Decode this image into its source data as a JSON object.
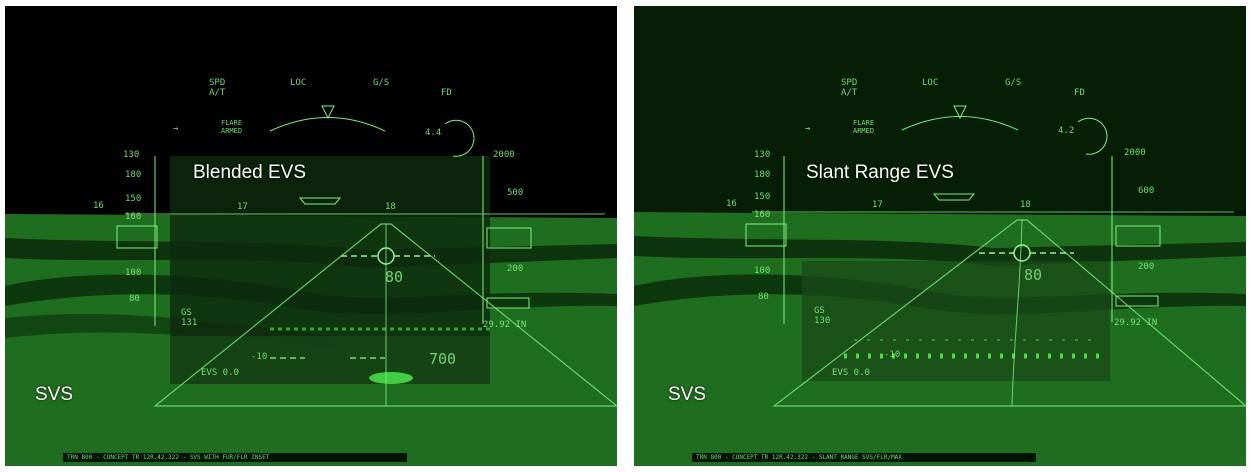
{
  "panels": [
    {
      "inset_label": "Blended EVS",
      "base_label": "SVS",
      "hud": {
        "spd": "SPD",
        "at": "A/T",
        "loc": "LOC",
        "gs": "G/S",
        "fd": "FD",
        "flare": "FLARE",
        "armed": "ARMED",
        "fd_value": "4.4",
        "heading": "18",
        "heading_left": "17",
        "heading_far_left": "16",
        "speed_ticks": [
          "130",
          "180",
          "150",
          "160",
          "100",
          "80"
        ],
        "alt_top": "2000",
        "alt_marks": [
          "500",
          "200"
        ],
        "baro": "29.92 IN",
        "speed_readout": "80",
        "gs_label": "GS",
        "gs_value": "131",
        "alt_readout": "700",
        "evs_status": "EVS   0.0",
        "pitch_neg": "-10"
      },
      "footer": "TRN 800 - CONCEPT TR 12R.42.322 - SVS WITH FUR/FLR INSET"
    },
    {
      "inset_label": "Slant Range EVS",
      "base_label": "SVS",
      "hud": {
        "spd": "SPD",
        "at": "A/T",
        "loc": "LOC",
        "gs": "G/S",
        "fd": "FD",
        "flare": "FLARE",
        "armed": "ARMED",
        "fd_value": "4.2",
        "heading": "18",
        "heading_left": "17",
        "heading_far_left": "16",
        "speed_ticks": [
          "130",
          "180",
          "150",
          "160",
          "100",
          "80"
        ],
        "alt_top": "2000",
        "alt_marks": [
          "600",
          "200"
        ],
        "baro": "29.92 IN",
        "speed_readout": "80",
        "gs_label": "GS",
        "gs_value": "130",
        "alt_readout": "",
        "evs_status": "EVS   0.0",
        "pitch_neg": "-10"
      },
      "footer": "TRN 800 - CONCEPT TR 12R.42.322 - SLANT RANGE SVS/FLR/MAX"
    }
  ],
  "colors": {
    "terrain": "#1f6e1f",
    "terrain_dark": "#124412",
    "sky": "#000000",
    "hud": "#7df07d",
    "label": "#ffffff"
  }
}
